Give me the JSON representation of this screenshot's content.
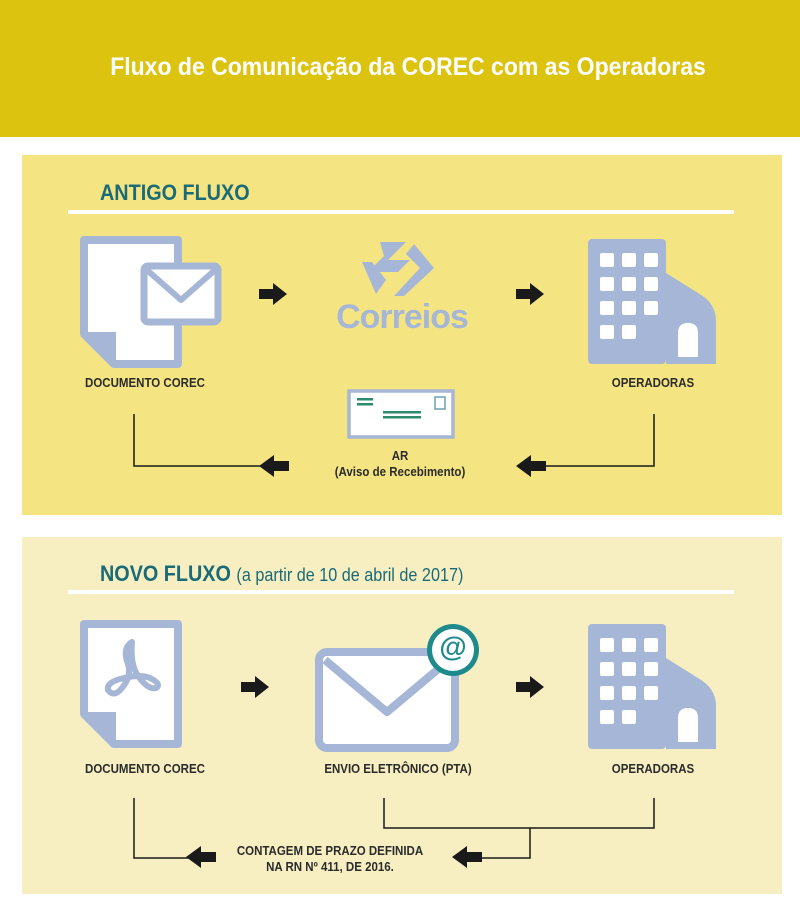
{
  "header": {
    "title": "Fluxo de Comunicação da COREC  com as Operadoras",
    "background_color": "#dcc30f"
  },
  "old_flow": {
    "title": "ANTIGO FLUXO",
    "background_color": "#f5e582",
    "doc_label": "DOCUMENTO COREC",
    "carrier_logo_text": "Correios",
    "operators_label": "OPERADORAS",
    "return_label_line1": "AR",
    "return_label_line2": "(Aviso de Recebimento)"
  },
  "new_flow": {
    "title": "NOVO FLUXO",
    "subtitle": "(a partir de 10 de abril de 2017)",
    "background_color": "#f7efc2",
    "doc_label": "DOCUMENTO COREC",
    "email_label": "ENVIO ELETRÔNICO (PTA)",
    "email_badge": "@",
    "operators_label": "OPERADORAS",
    "deadline_line1": "CONTAGEM DE PRAZO DEFINIDA",
    "deadline_line2": "NA RN Nº 411, DE 2016."
  },
  "colors": {
    "icon_fill": "#a6b6d6",
    "title_text": "#1b6a78",
    "arrow": "#1a1a1a"
  }
}
